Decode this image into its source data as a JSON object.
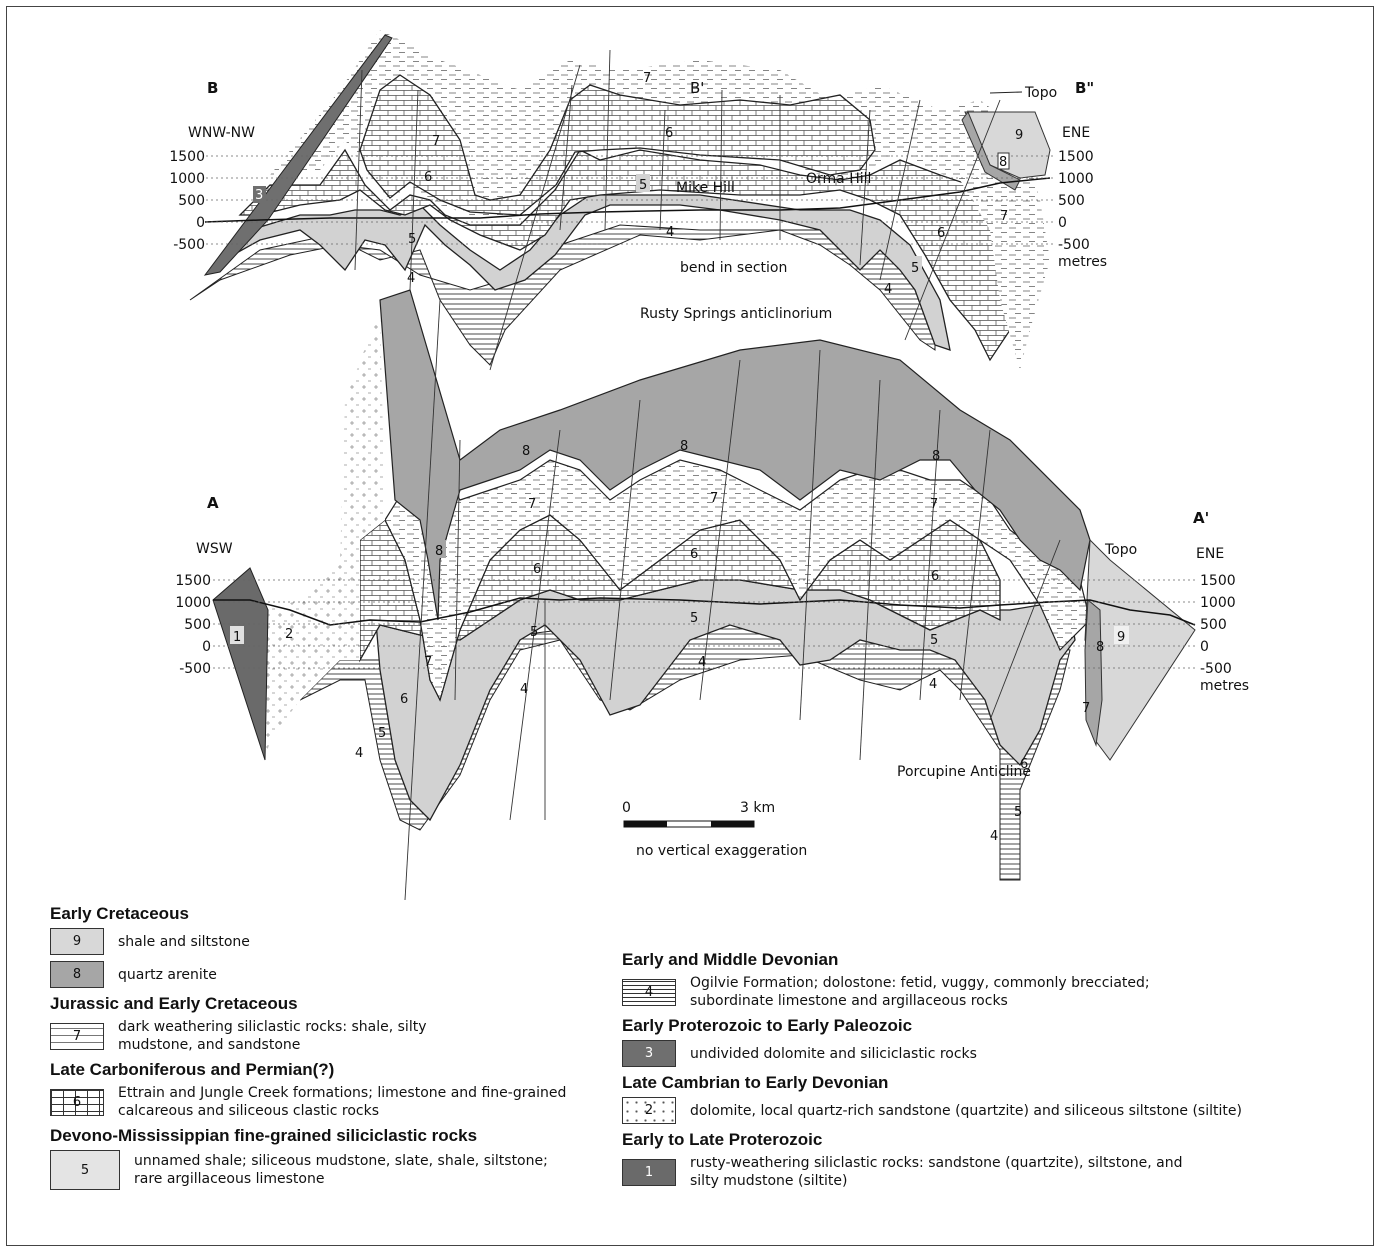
{
  "sectionB": {
    "left_letter": "B",
    "right_letter": "B\"",
    "mid_letter": "B'",
    "left_dir": "WNW-NW",
    "right_dir": "ENE",
    "topo": "Topo",
    "mike_hill": "Mike Hill",
    "orma_hill": "Orma Hill",
    "bend": "bend in section",
    "anticlinorium": "Rusty Springs anticlinorium"
  },
  "sectionA": {
    "left_letter": "A",
    "right_letter": "A'",
    "left_dir": "WSW",
    "right_dir": "ENE",
    "topo": "Topo",
    "anticline": "Porcupine Anticline"
  },
  "axis": {
    "ticks": [
      "1500",
      "1000",
      "500",
      "0",
      "-500"
    ],
    "unit": "metres"
  },
  "scale": {
    "start": "0",
    "end": "3 km",
    "note": "no vertical exaggeration"
  },
  "unit_numbers": {
    "u1": "1",
    "u2": "2",
    "u3": "3",
    "u4": "4",
    "u5": "5",
    "u6": "6",
    "u7": "7",
    "u8": "8",
    "u9": "9"
  },
  "legend": {
    "early_cretaceous": "Early Cretaceous",
    "u9_code": "9",
    "u9_desc": "shale and siltstone",
    "u8_code": "8",
    "u8_desc": "quartz arenite",
    "jurassic": "Jurassic and Early Cretaceous",
    "u7_code": "7",
    "u7_desc": "dark weathering siliclastic rocks: shale, silty mudstone, and sandstone",
    "late_carb": "Late Carboniferous and Permian(?)",
    "u6_code": "6",
    "u6_desc": "Ettrain and Jungle Creek formations; limestone and fine-grained calcareous and siliceous clastic rocks",
    "devono": "Devono-Mississippian fine-grained siliciclastic rocks",
    "u5_code": "5",
    "u5_desc": "unnamed shale; siliceous mudstone, slate, shale, siltstone; rare argillaceous limestone",
    "early_middle_dev": "Early and Middle Devonian",
    "u4_code": "4",
    "u4_desc": "Ogilvie Formation; dolostone: fetid, vuggy, commonly brecciated; subordinate limestone and argillaceous rocks",
    "early_prot_paleo": "Early Proterozoic to Early Paleozoic",
    "u3_code": "3",
    "u3_desc": "undivided dolomite and siliciclastic rocks",
    "late_camb": "Late Cambrian to Early Devonian",
    "u2_code": "2",
    "u2_desc": "dolomite, local quartz-rich sandstone (quartzite) and siliceous siltstone (siltite)",
    "early_late_prot": "Early to Late Proterozoic",
    "u1_code": "1",
    "u1_desc": "rusty-weathering siliclastic rocks: sandstone (quartzite), siltstone, and silty mudstone (siltite)"
  },
  "colors": {
    "unit9": "#d8d8d8",
    "unit8": "#a6a6a6",
    "unit5": "#d2d2d2",
    "unit3": "#6f6f6f",
    "unit1": "#6a6a6a",
    "ink": "#111111"
  }
}
